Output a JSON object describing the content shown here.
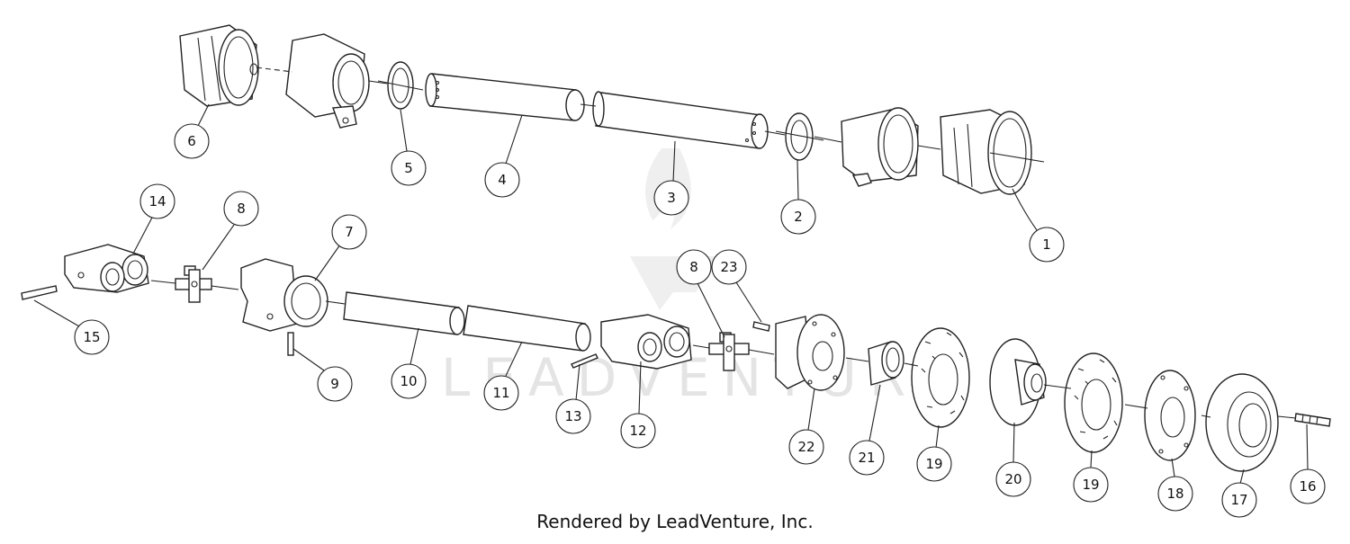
{
  "diagram": {
    "footer_text": "Rendered by LeadVenture, Inc.",
    "watermark_text": "LEADVENTURE",
    "callouts": [
      "1",
      "2",
      "3",
      "4",
      "5",
      "6",
      "7",
      "8",
      "8",
      "9",
      "10",
      "11",
      "12",
      "13",
      "14",
      "15",
      "16",
      "17",
      "18",
      "19",
      "19",
      "20",
      "21",
      "22",
      "23"
    ]
  }
}
